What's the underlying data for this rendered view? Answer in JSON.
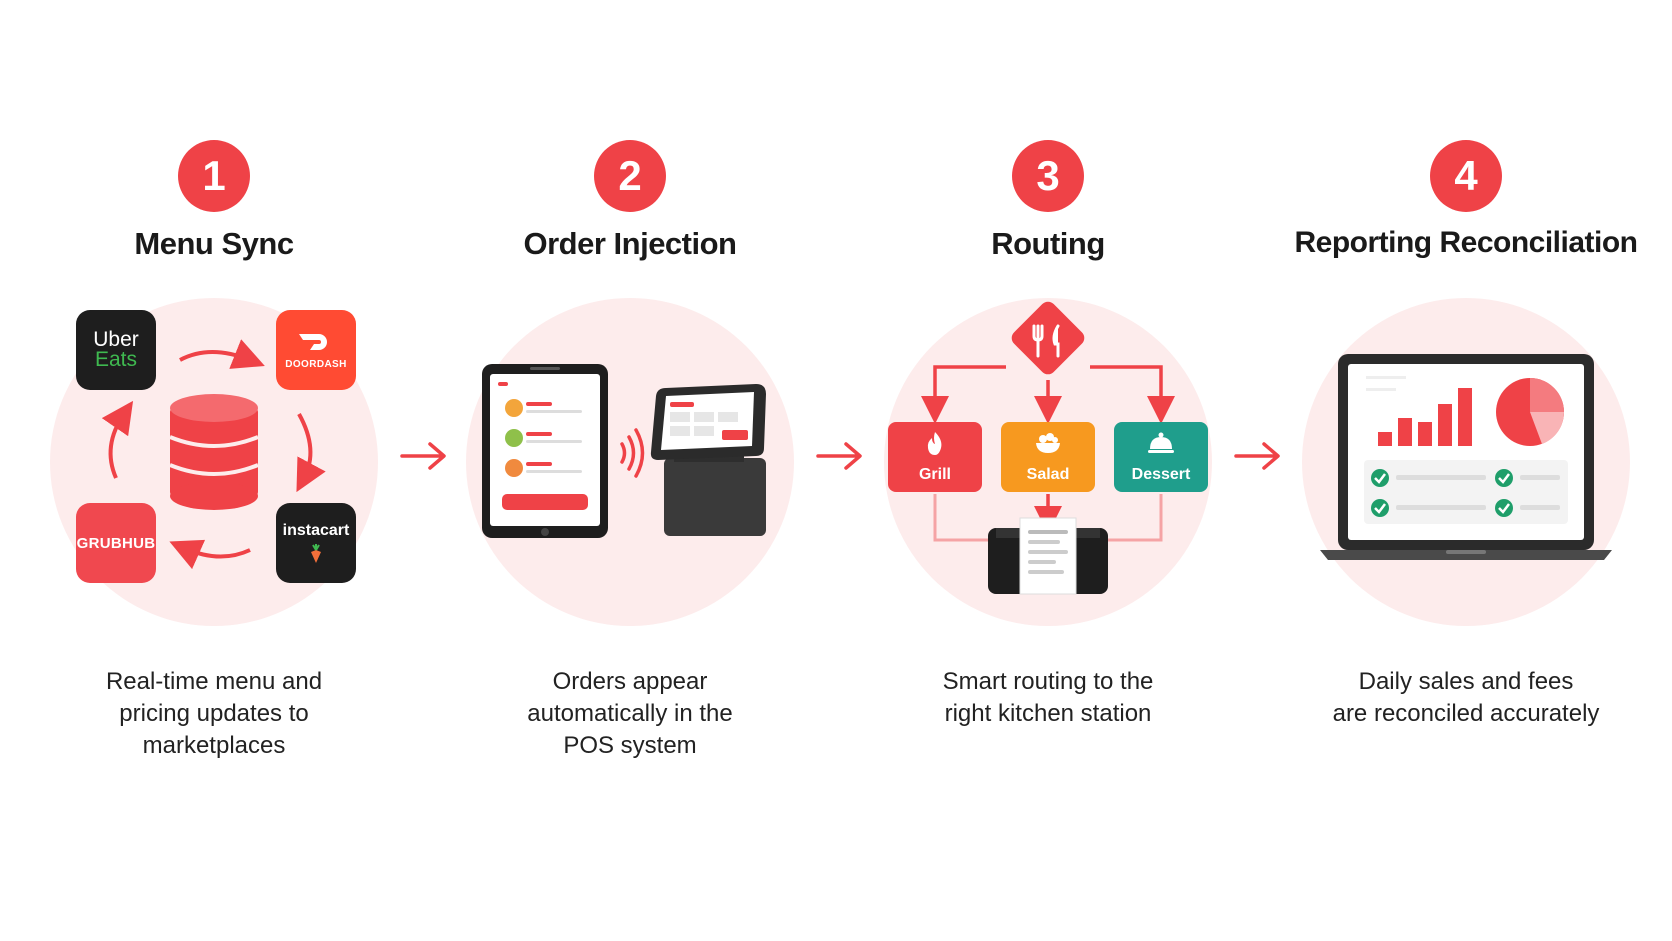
{
  "steps": [
    {
      "number": "1",
      "title": "Menu Sync",
      "description": [
        "Real-time menu and",
        "pricing updates to",
        "marketplaces"
      ]
    },
    {
      "number": "2",
      "title": "Order Injection",
      "description": [
        "Orders appear",
        "automatically in the",
        "POS system"
      ]
    },
    {
      "number": "3",
      "title": "Routing",
      "description": [
        "Smart routing to the",
        "right kitchen station"
      ]
    },
    {
      "number": "4",
      "title": "Reporting Reconciliation",
      "description": [
        "Daily sales and fees",
        "are reconciled accurately"
      ]
    }
  ],
  "marketplaces": {
    "uber_line1": "Uber",
    "uber_line2": "Eats",
    "doordash": "DOORDASH",
    "grubhub": "GRUBHUB",
    "instacart": "instacart"
  },
  "stations": {
    "grill": "Grill",
    "salad": "Salad",
    "dessert": "Dessert"
  },
  "colors": {
    "accent": "#ef4247",
    "blob": "#fdecec",
    "uber_green": "#3fb950",
    "doordash": "#ff4b33",
    "grubhub": "#f0484f",
    "salad": "#f7991f",
    "dessert": "#1f9e8c",
    "dark": "#2b2b2b"
  },
  "icons": [
    "database-icon",
    "sync-arrows-icon",
    "tablet-icon",
    "pos-terminal-icon",
    "wireless-signal-icon",
    "fork-knife-icon",
    "flame-icon",
    "salad-bowl-icon",
    "cloche-icon",
    "printer-icon",
    "laptop-icon",
    "bar-chart-icon",
    "pie-chart-icon",
    "checkmark-icon",
    "arrow-right-icon"
  ]
}
